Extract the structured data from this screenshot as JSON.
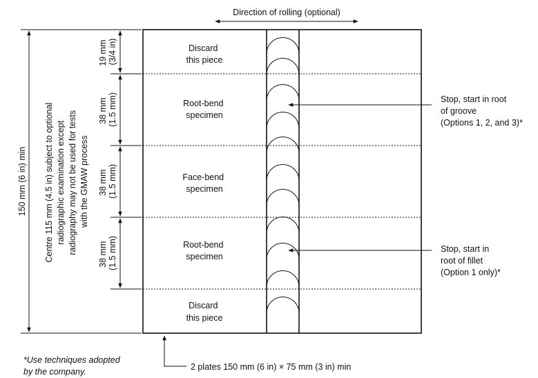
{
  "header": {
    "direction_label": "Direction of rolling (optional)"
  },
  "dimensions": {
    "overall": "150 mm (6 in) min",
    "centre_note": [
      "Centre 115 mm (4.5 in) subject to optional",
      "radiographic examination except",
      "radiography may not be used for tests",
      "with the GMAW process"
    ],
    "discard_top": [
      "19 mm",
      "(3/4 in)"
    ],
    "specimen_1": [
      "38 mm",
      "(1.5 mm)"
    ],
    "specimen_2": [
      "38 mm",
      "(1.5 mm)"
    ],
    "specimen_3": [
      "38 mm",
      "(1.5 mm)"
    ]
  },
  "sections": {
    "discard_top": [
      "Discard",
      "this piece"
    ],
    "root_bend_1": [
      "Root-bend",
      "specimen"
    ],
    "face_bend": [
      "Face-bend",
      "specimen"
    ],
    "root_bend_2": [
      "Root-bend",
      "specimen"
    ],
    "discard_bottom": [
      "Discard",
      "this piece"
    ]
  },
  "callouts": {
    "groove": [
      "Stop, start in root",
      "of groove",
      "(Options 1, 2, and 3)*"
    ],
    "fillet": [
      "Stop, start in",
      "root of fillet",
      "(Option 1 only)*"
    ]
  },
  "footer": {
    "plates": "2 plates 150 mm (6 in) × 75 mm (3 in) min",
    "footnote": [
      "*Use techniques adopted",
      "by the company."
    ]
  }
}
